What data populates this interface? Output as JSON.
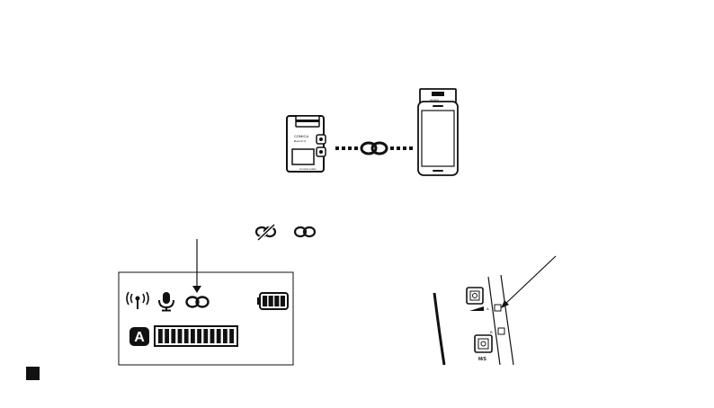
{
  "transmitter": {
    "brand_text": "COMICA",
    "model_text": "BoomX-U",
    "footer_text": "Comica Audio",
    "phone_mount_text": "comica"
  },
  "lcd": {
    "channel_letter": "A",
    "level_segments": 12,
    "battery_segments": 4
  },
  "receiver": {
    "indicator_a": "A",
    "indicator_b": "B",
    "button_label": "M/S"
  },
  "icons": {
    "link": "link-icon",
    "unlinked": "link-broken-icon",
    "antenna": "antenna-icon",
    "mic": "microphone-icon",
    "battery": "battery-icon",
    "corner_marker": "black-square-icon"
  }
}
